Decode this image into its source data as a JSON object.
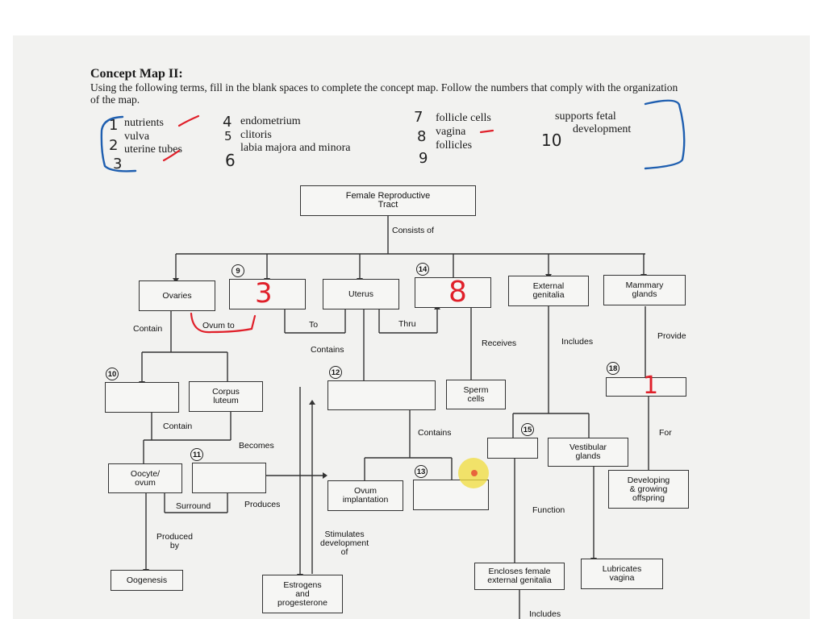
{
  "heading": "Concept Map II:",
  "instructions": "Using the following terms, fill in the blank spaces to complete the concept map. Follow the numbers that comply with the organization of the map.",
  "terms": {
    "t1": "nutrients",
    "t2": "vulva",
    "t3": "uterine tubes",
    "t4": "endometrium",
    "t5": "clitoris",
    "t6": "labia majora and minora",
    "t7": "follicle cells",
    "t8": "vagina",
    "t9": "follicles",
    "t10a": "supports fetal",
    "t10b": "development"
  },
  "handwritten": {
    "n1": "1",
    "n2": "2",
    "n3": "3",
    "n4": "4",
    "n5": "5",
    "n6": "6",
    "n7": "7",
    "n8": "8",
    "n9": "9",
    "n10": "10",
    "box9": "3",
    "box14": "8",
    "box18": "1"
  },
  "map": {
    "root": "Female Reproductive\nTract",
    "consists_of": "Consists of",
    "ovaries": "Ovaries",
    "uterus": "Uterus",
    "external_genitalia": "External\ngenitalia",
    "mammary_glands": "Mammary\nglands",
    "contain": "Contain",
    "ovum_to": "Ovum to",
    "to": "To",
    "thru": "Thru",
    "contains": "Contains",
    "receives": "Receives",
    "includes": "Includes",
    "provide": "Provide",
    "corpus_luteum": "Corpus\nluteum",
    "sperm_cells": "Sperm\ncells",
    "contain2": "Contain",
    "becomes": "Becomes",
    "contains2": "Contains",
    "vestibular_glands": "Vestibular\nglands",
    "for": "For",
    "oocyte_ovum": "Oocyte/\novum",
    "surround": "Surround",
    "produces": "Produces",
    "ovum_implantation": "Ovum\nimplantation",
    "developing_offspring": "Developing\n& growing\noffspring",
    "function": "Function",
    "produced_by": "Produced\nby",
    "stimulates": "Stimulates\ndevelopment\nof",
    "oogenesis": "Oogenesis",
    "estrogens": "Estrogens\nand\nprogesterone",
    "encloses": "Encloses female\nexternal genitalia",
    "lubricates": "Lubricates\nvagina",
    "includes2": "Includes",
    "c9": "9",
    "c14": "14",
    "c10": "10",
    "c12": "12",
    "c18": "18",
    "c11": "11",
    "c15": "15",
    "c13": "13"
  },
  "colors": {
    "ink_red": "#e0202a",
    "ink_blue": "#1f5fb0",
    "paper": "#f2f2f0"
  }
}
